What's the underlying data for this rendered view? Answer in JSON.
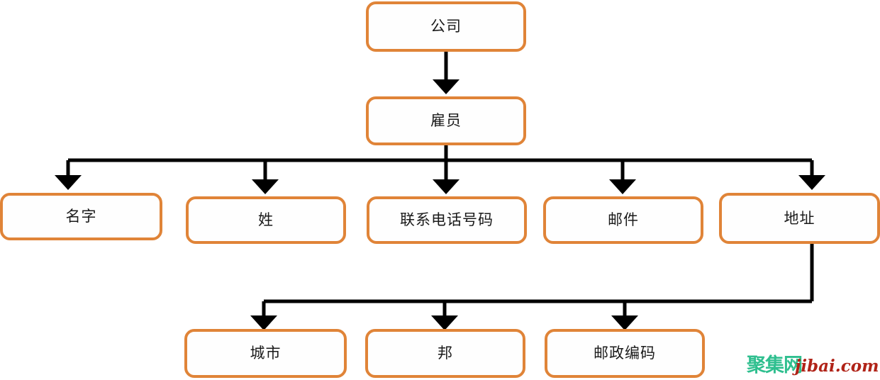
{
  "diagram": {
    "type": "hierarchy-tree",
    "orientation": "top-down",
    "accent_color": "#E08438",
    "connector_color": "#000000",
    "background_color": "#FFFFFF",
    "levels": [
      {
        "level": 1,
        "nodes": [
          {
            "id": "company",
            "label": "公司"
          }
        ]
      },
      {
        "level": 2,
        "nodes": [
          {
            "id": "employee",
            "label": "雇员"
          }
        ]
      },
      {
        "level": 3,
        "nodes": [
          {
            "id": "first-name",
            "label": "名字"
          },
          {
            "id": "last-name",
            "label": "姓"
          },
          {
            "id": "contact-phone",
            "label": "联系电话号码"
          },
          {
            "id": "mail",
            "label": "邮件"
          },
          {
            "id": "address",
            "label": "地址"
          }
        ]
      },
      {
        "level": 4,
        "nodes": [
          {
            "id": "city",
            "label": "城市"
          },
          {
            "id": "state",
            "label": "邦"
          },
          {
            "id": "postal-code",
            "label": "邮政编码"
          }
        ]
      }
    ],
    "connections": [
      {
        "from": "company",
        "to": "employee"
      },
      {
        "from": "employee",
        "to": "first-name"
      },
      {
        "from": "employee",
        "to": "last-name"
      },
      {
        "from": "employee",
        "to": "contact-phone"
      },
      {
        "from": "employee",
        "to": "mail"
      },
      {
        "from": "employee",
        "to": "address"
      },
      {
        "from": "address",
        "to": "city"
      },
      {
        "from": "address",
        "to": "state"
      },
      {
        "from": "address",
        "to": "postal-code"
      }
    ]
  },
  "watermark": {
    "brand_cn": "聚集网",
    "brand_domain": "jibai.com",
    "brand_color": "#2FBF8F",
    "domain_color": "#B02318"
  }
}
